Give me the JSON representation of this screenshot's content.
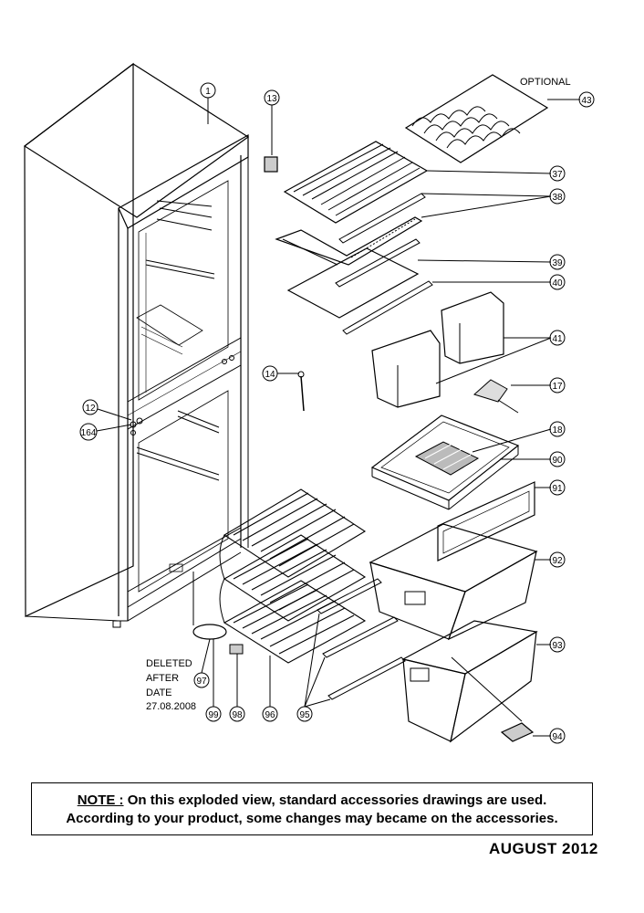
{
  "title_optional": "OPTIONAL",
  "callouts": {
    "c1": "1",
    "c13": "13",
    "c43": "43",
    "c37": "37",
    "c38": "38",
    "c39": "39",
    "c40": "40",
    "c41": "41",
    "c17": "17",
    "c14": "14",
    "c12": "12",
    "c164": "164",
    "c18": "18",
    "c90": "90",
    "c91": "91",
    "c92": "92",
    "c93": "93",
    "c94": "94",
    "c97": "97",
    "c99": "99",
    "c98": "98",
    "c96": "96",
    "c95": "95"
  },
  "deleted_note": {
    "line1": "DELETED",
    "line2": "AFTER",
    "line3": "DATE",
    "line4": "27.08.2008"
  },
  "note": {
    "keyword": "NOTE :",
    "line1": "On this exploded view, standard accessories drawings are used.",
    "line2": "According to your product, some changes may became on the accessories."
  },
  "date": "AUGUST  2012"
}
